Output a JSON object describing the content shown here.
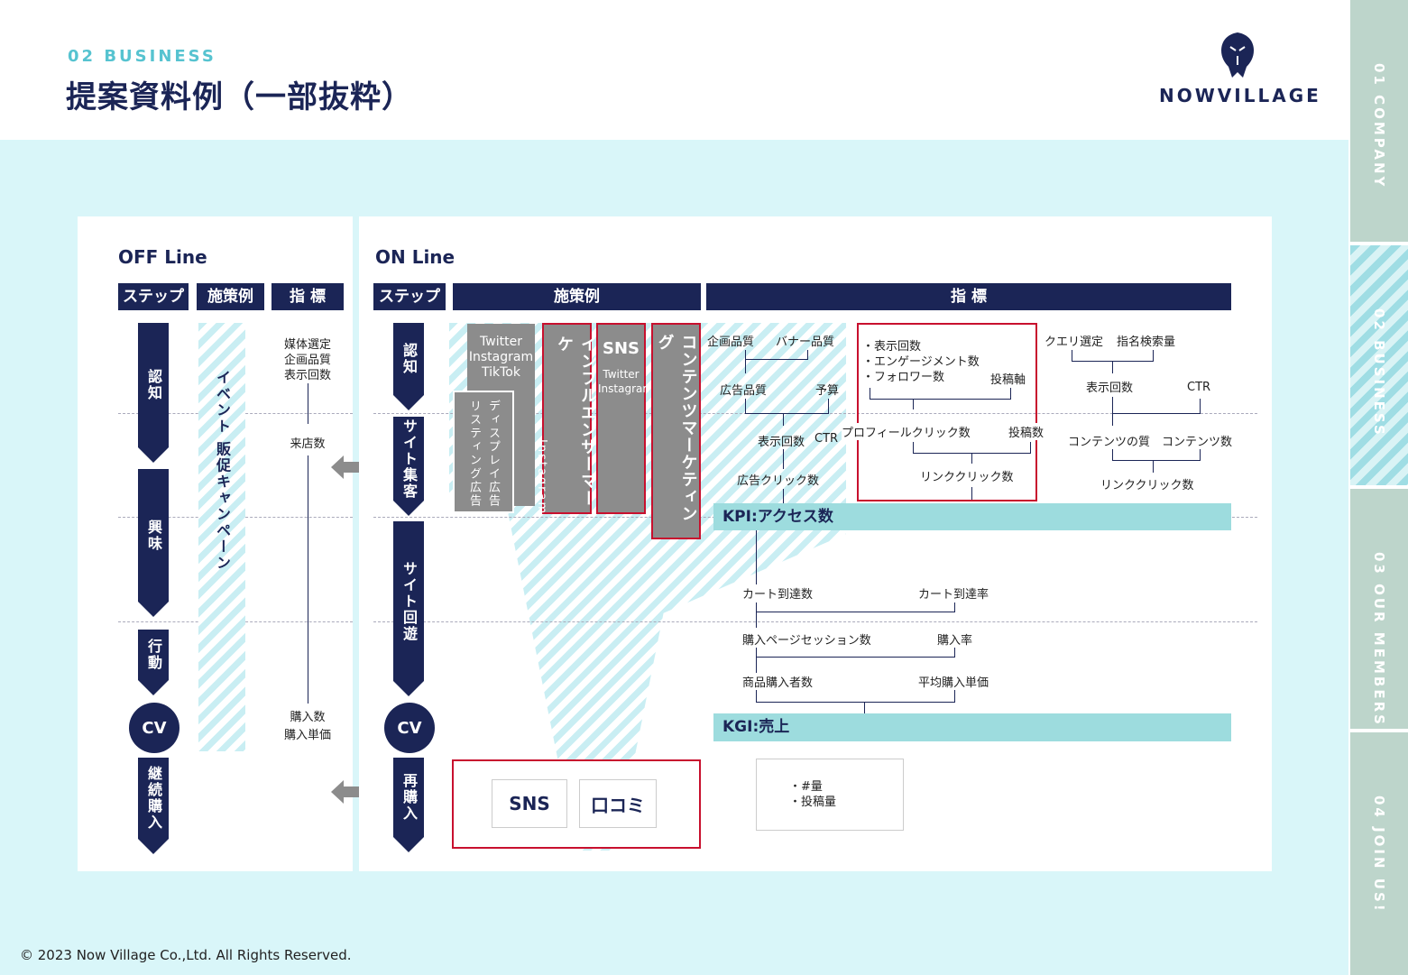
{
  "header": {
    "section_label": "02 BUSINESS",
    "title": "提案資料例（一部抜粋）",
    "logo_text": "NOWVILLAGE"
  },
  "nav_tabs": [
    {
      "label": "01 COMPANY",
      "active": false
    },
    {
      "label": "02 BUSINESS",
      "active": true
    },
    {
      "label": "03 OUR MEMBERS",
      "active": false
    },
    {
      "label": "04 JOIN US!",
      "active": false
    }
  ],
  "footer": {
    "copyright": "© 2023  Now Village Co.,Ltd. All Rights Reserved."
  },
  "offline": {
    "heading": "OFF Line",
    "headers": {
      "step": "ステップ",
      "measures": "施策例",
      "metrics": "指 標"
    },
    "steps": [
      "認知",
      "興味",
      "行動",
      "CV",
      "継続購入"
    ],
    "campaign": "イベント 販促キャンペーン",
    "metrics": {
      "top": [
        "媒体選定",
        "企画品質",
        "表示回数"
      ],
      "visits": "来店数",
      "bottom": [
        "購入数",
        "購入単価"
      ]
    }
  },
  "online": {
    "heading": "ON Line",
    "headers": {
      "step": "ステップ",
      "measures": "施策例",
      "metrics": "指 標"
    },
    "steps": [
      "認知",
      "サイト集客",
      "サイト回遊",
      "CV",
      "再購入"
    ],
    "measures": {
      "ads_social": [
        "Twitter",
        "Instagram",
        "TikTok"
      ],
      "listing": "リスティング広告",
      "display": "ディスプレイ広告",
      "influencer": "インフルエンサーマーケ",
      "influencer_sub": "Instagram",
      "sns": "SNS",
      "sns_sub": [
        "Twitter",
        "Instagram"
      ],
      "content": "コンテンツマーケティング",
      "repeat": [
        "SNS",
        "口コミ"
      ]
    },
    "metrics": {
      "ad": {
        "plan": "企画品質",
        "banner": "バナー品質",
        "quality": "広告品質",
        "budget": "予算",
        "imp": "表示回数",
        "ctr": "CTR",
        "clicks": "広告クリック数"
      },
      "sns": {
        "items": [
          "・表示回数",
          "・エンゲージメント数",
          "・フォロワー数"
        ],
        "axis": "投稿軸",
        "profile": "プロフィールクリック数",
        "posts": "投稿数",
        "link": "リンククリック数"
      },
      "content": {
        "query": "クエリ選定",
        "search": "指名検索量",
        "imp": "表示回数",
        "ctr": "CTR",
        "quality": "コンテンツの質",
        "count": "コンテンツ数",
        "link": "リンククリック数"
      },
      "kpi": "KPI:アクセス数",
      "cart": "カート到達数",
      "cart_rate": "カート到達率",
      "session": "購入ページセッション数",
      "rate": "購入率",
      "buyers": "商品購入者数",
      "unit_price": "平均購入単価",
      "kgi": "KGI:売上",
      "repeat_metrics": [
        "・#量",
        "・投稿量"
      ]
    }
  }
}
